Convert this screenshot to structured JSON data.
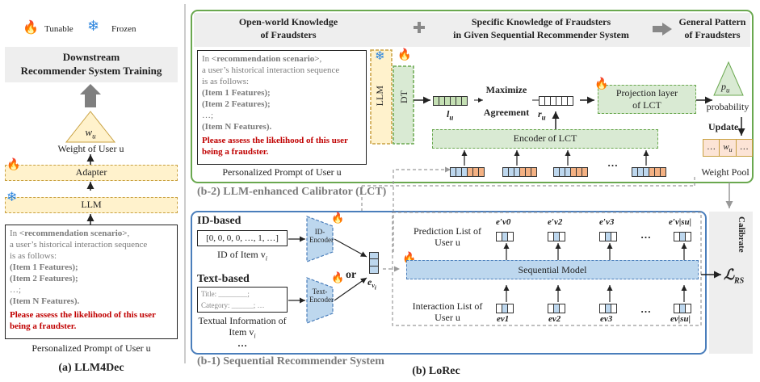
{
  "legend": {
    "tunable": "Tunable",
    "frozen": "Frozen"
  },
  "left_panel": {
    "downstream_title_line1": "Downstream",
    "downstream_title_line2": "Recommender System Training",
    "weight_symbol": "w",
    "weight_sub": "u",
    "weight_label": "Weight of User u",
    "adapter": "Adapter",
    "llm": "LLM",
    "prompt_caption": "Personalized Prompt of User u",
    "caption": "(a) LLM4Dec"
  },
  "prompt": {
    "line1_prefix": "In ",
    "line1_bold": "<recommendation scenario>",
    "line1_suffix": ",",
    "line2": "a user’s historical interaction sequence",
    "line3": "is as follows:",
    "item1": "(Item 1 Features);",
    "item2": "(Item 2 Features);",
    "ellipsis": "…;",
    "itemN": "(Item N Features).",
    "question": "Please assess the likelihood of this user being a fraudster."
  },
  "lct": {
    "header_open_world_1": "Open-world Knowledge",
    "header_open_world_2": "of Fraudsters",
    "header_specific_1": "Specific Knowledge of Fraudsters",
    "header_specific_2": "in Given Sequential Recommender System",
    "header_general_1": "General Pattern",
    "header_general_2": "of Fraudsters",
    "llm": "LLM",
    "dt": "DT",
    "l_u": "l",
    "l_u_sub": "u",
    "r_u": "r",
    "r_u_sub": "u",
    "maximize": "Maximize",
    "agreement": "Agreement",
    "projection_line1": "Projection layer",
    "projection_line2": "of LCT",
    "encoder": "Encoder of LCT",
    "ellipsis": "…",
    "p_u": "p",
    "p_u_sub": "u",
    "probability": "probability",
    "update": "Update",
    "weight_pool_cells": [
      "…",
      "w",
      "…"
    ],
    "weight_pool": "Weight Pool",
    "prompt_caption": "Personalized Prompt of User u",
    "caption": "(b-2) LLM-enhanced Calibrator (LCT)"
  },
  "srs": {
    "id_based": "ID-based",
    "id_vector": "[0, 0, 0, 0, …, 1, …]",
    "id_of_item": "ID of Item v",
    "id_of_item_sub": "i",
    "id_encoder": "ID-Encoder",
    "text_based": "Text-based",
    "title_field": "Title: ________;",
    "category_field": "Category: ______; …",
    "textual_info_1": "Textual Information of",
    "textual_info_2": "Item v",
    "textual_info_sub": "i",
    "text_encoder": "Text-Encoder",
    "or": "or",
    "e_vi": "e",
    "prediction_list_1": "Prediction List of",
    "prediction_list_2": "User u",
    "sequential_model": "Sequential Model",
    "interaction_list_1": "Interaction List of",
    "interaction_list_2": "User u",
    "pred_labels": [
      "e′v0",
      "e′v2",
      "e′v3",
      "…",
      "e′v|su|"
    ],
    "inter_labels": [
      "ev1",
      "ev2",
      "ev3",
      "…",
      "ev|su|"
    ],
    "ellipsis": "…",
    "caption": "(b-1) Sequential Recommender System"
  },
  "right": {
    "calibrate": "Calibrate",
    "loss": "ℒ",
    "loss_sub": "RS"
  },
  "bottom_caption": "(b) LoRec",
  "colors": {
    "green_border": "#6aa84f",
    "blue_border": "#4a7ebb",
    "yellow_fill": "#fff2cc",
    "green_fill": "#d9ead3",
    "blue_fill": "#bdd7ee",
    "red_text": "#c00000"
  }
}
